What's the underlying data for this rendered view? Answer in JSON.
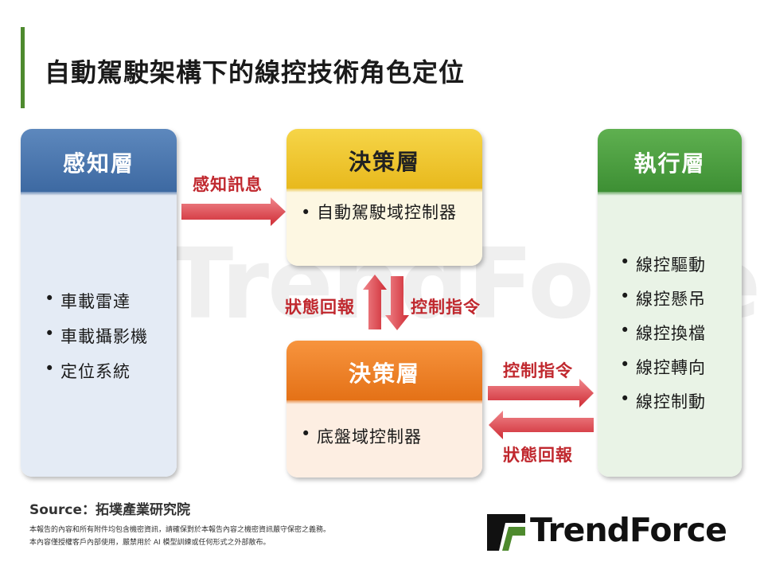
{
  "title": "自動駕駛架構下的線控技術角色定位",
  "watermark": "TrendForce",
  "boxes": {
    "perception": {
      "header": "感知層",
      "items": [
        "車載雷達",
        "車載攝影機",
        "定位系統"
      ]
    },
    "decision_top": {
      "header": "決策層",
      "items": [
        "自動駕駛域控制器"
      ]
    },
    "decision_bottom": {
      "header": "決策層",
      "items": [
        "底盤域控制器"
      ]
    },
    "execution": {
      "header": "執行層",
      "items": [
        "線控驅動",
        "線控懸吊",
        "線控換檔",
        "線控轉向",
        "線控制動"
      ]
    }
  },
  "arrow_labels": {
    "perception_info": "感知訊息",
    "status_feedback_vertical": "狀態回報",
    "control_command_vertical": "控制指令",
    "control_command_right": "控制指令",
    "status_feedback_left": "狀態回報"
  },
  "footer": {
    "source": "Source：拓墣產業研究院",
    "disclaimer_line1": "本報告的內容和所有附件均包含機密資訊，請確保對於本報告內容之機密資訊嚴守保密之義務。",
    "disclaimer_line2": "本內容僅授權客戶內部使用，嚴禁用於 AI 模型訓練或任何形式之外部散布。"
  },
  "logo": {
    "text": "TrendForce"
  },
  "colors": {
    "title_accent": "#4e8a2e",
    "perception": "#3b67a0",
    "decision_top": "#e7b71a",
    "decision_bottom": "#e36f14",
    "execution": "#3b8d32",
    "arrow": "#d9363e",
    "label": "#c0282e"
  }
}
